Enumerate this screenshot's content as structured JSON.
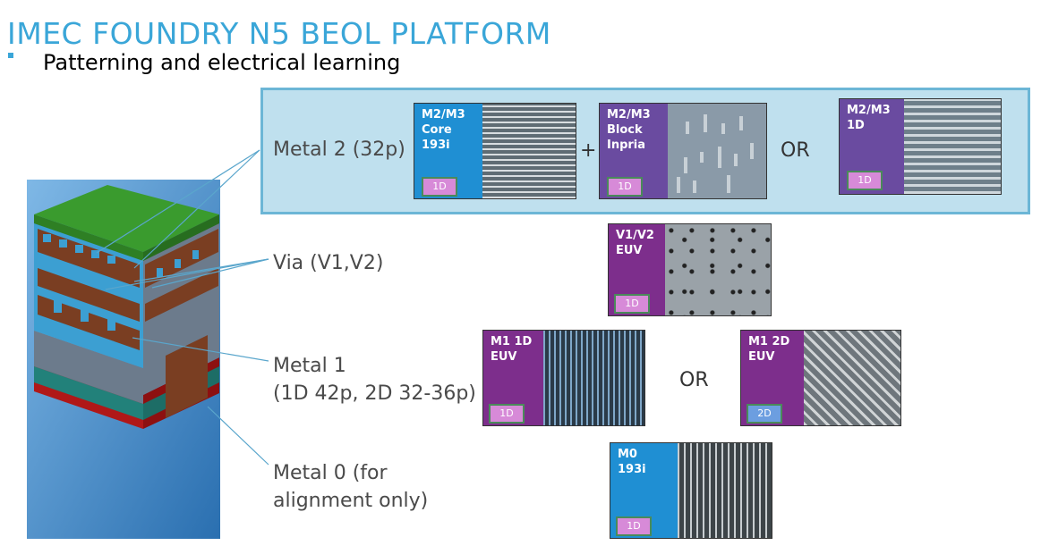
{
  "title": "IMEC FOUNDRY N5 BEOL PLATFORM",
  "subtitle": "Patterning and electrical learning",
  "labels": {
    "metal2": "Metal 2 (32p)",
    "via": "Via  (V1,V2)",
    "metal1_line1": "Metal 1",
    "metal1_line2": "(1D 42p, 2D 32-36p)",
    "metal0_line1": "Metal 0 (for",
    "metal0_line2": "alignment only)"
  },
  "operators": {
    "plus": "+",
    "or1": "OR",
    "or2": "OR"
  },
  "cards": {
    "m2_core": {
      "title": "M2/M3\nCore\n193i",
      "badge": "1D"
    },
    "m2_block": {
      "title": "M2/M3\nBlock\nInpria",
      "badge": "1D"
    },
    "m2_1d": {
      "title": "M2/M3\n1D",
      "badge": "1D"
    },
    "via": {
      "title": "V1/V2\nEUV",
      "badge": "1D"
    },
    "m1_1d": {
      "title": "M1 1D\nEUV",
      "badge": "1D"
    },
    "m1_2d": {
      "title": "M1 2D\nEUV",
      "badge": "2D"
    },
    "m0": {
      "title": "M0\n193i",
      "badge": "1D"
    }
  },
  "colors": {
    "accent": "#3aa6d8",
    "m2_panel": "#bfe0ee",
    "card_blue": "#1f8fd3",
    "card_purple": "#7d2e8c",
    "badge": "#d78ad8"
  }
}
